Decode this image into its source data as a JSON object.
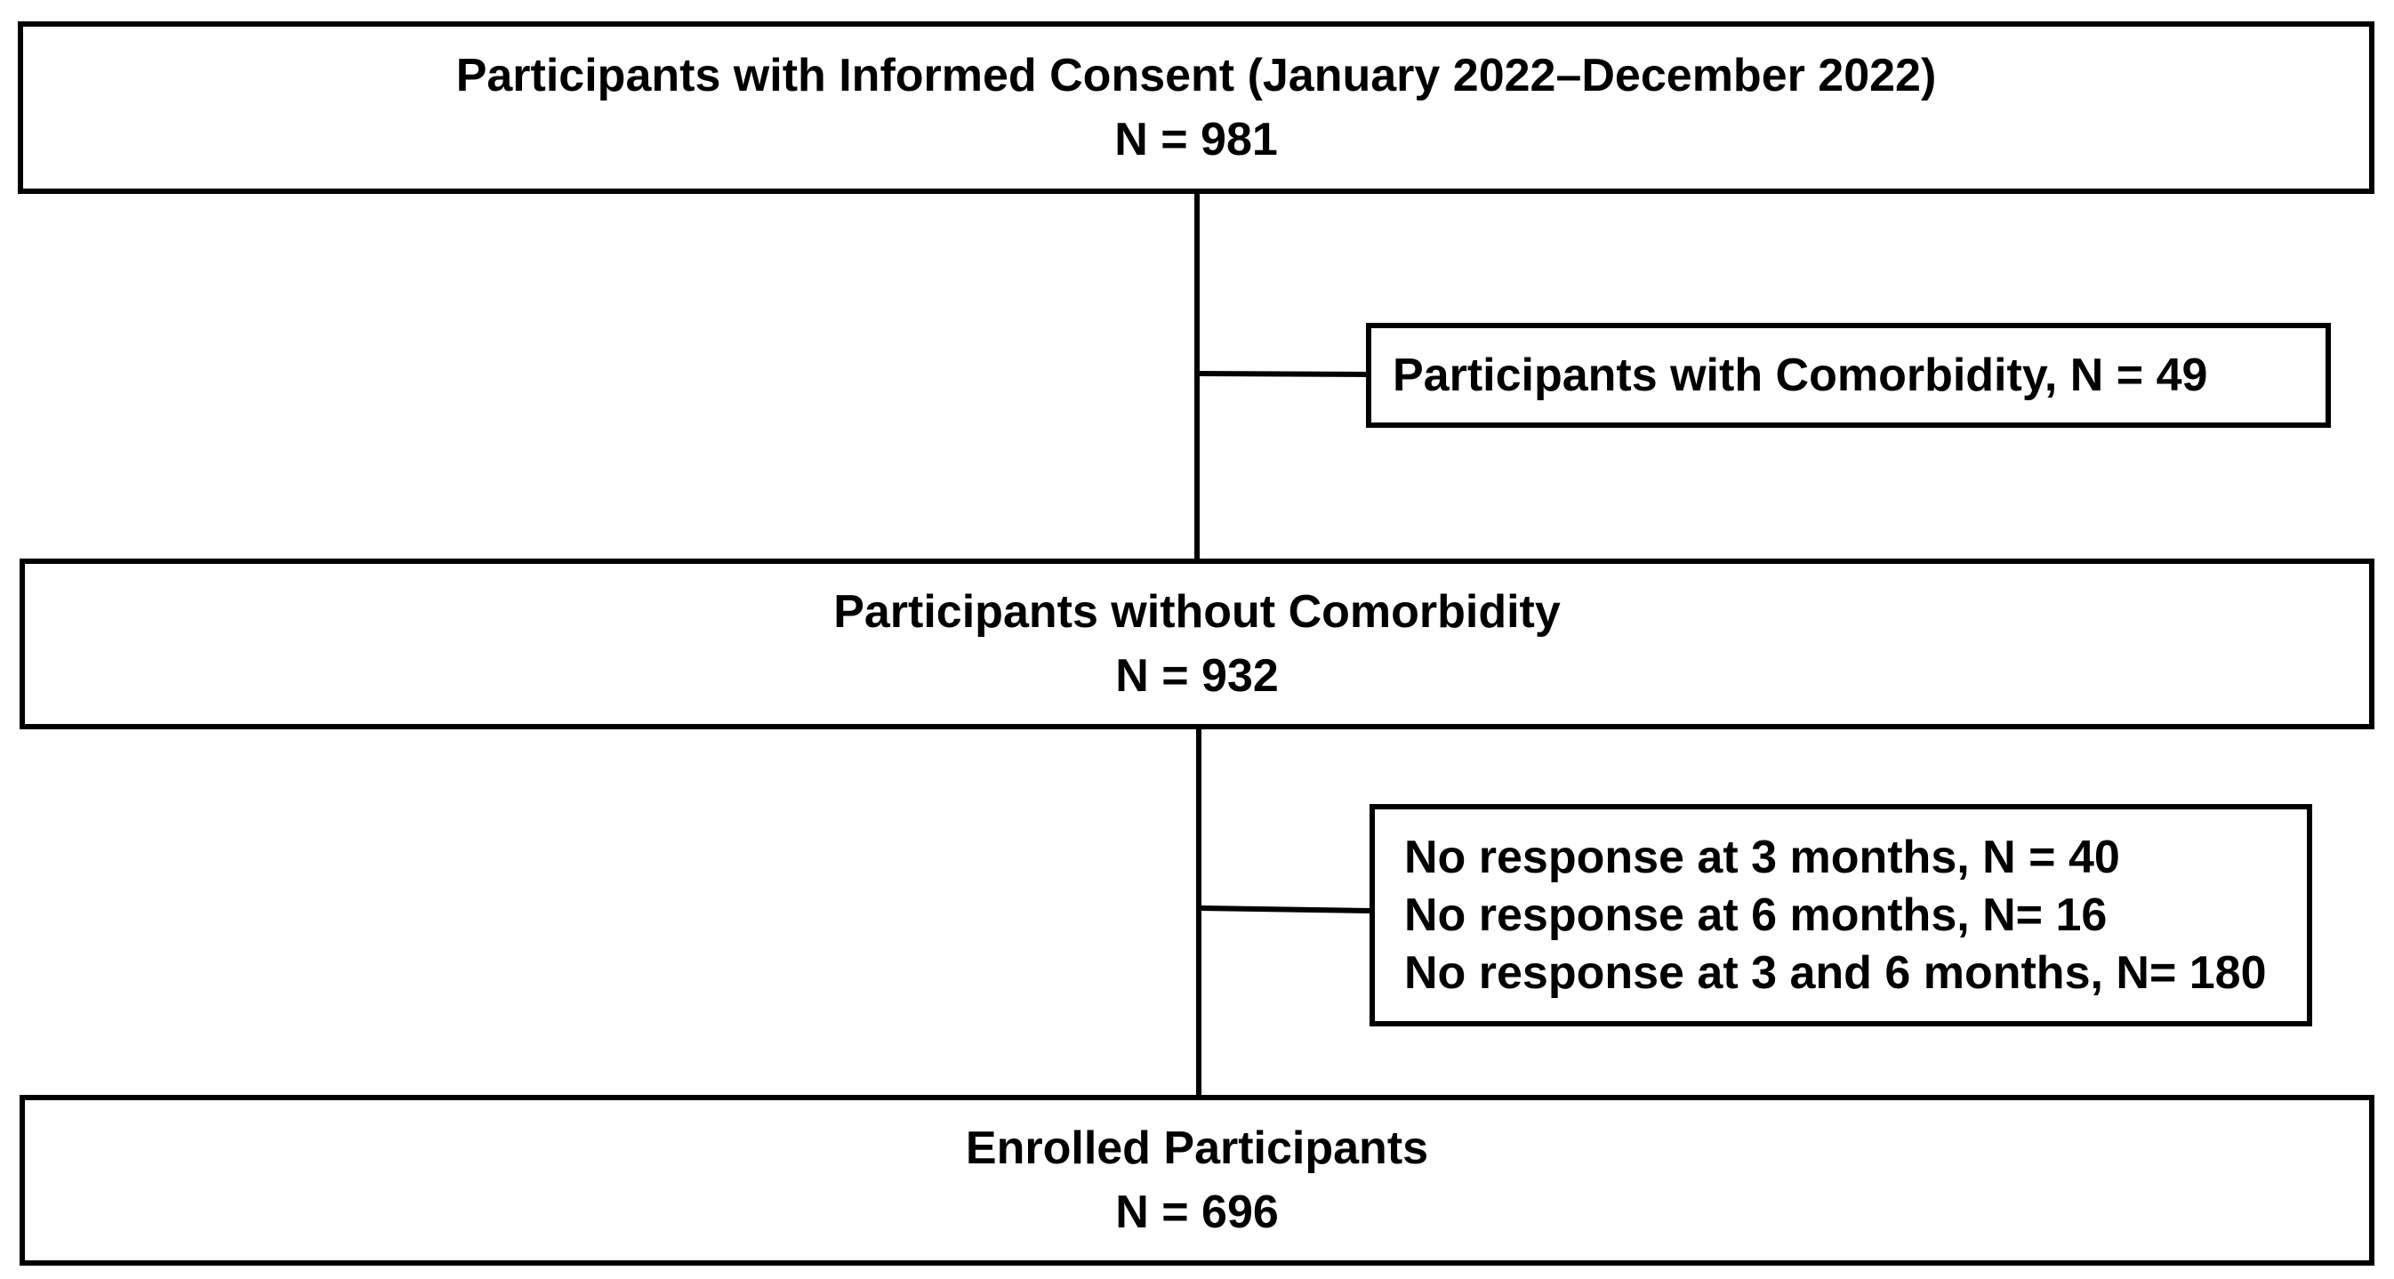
{
  "flowchart": {
    "consent_box": {
      "title": "Participants with Informed Consent (January 2022–December 2022)",
      "count": "N = 981"
    },
    "comorbidity_box": {
      "text": "Participants with Comorbidity, N = 49"
    },
    "without_comorbidity_box": {
      "title": "Participants without Comorbidity",
      "count": "N = 932"
    },
    "no_response_box": {
      "lines": [
        "No response at 3 months, N = 40",
        "No response at 6 months, N= 16",
        "No response at 3 and 6 months, N= 180"
      ]
    },
    "enrolled_box": {
      "title": "Enrolled Participants",
      "count": "N = 696"
    }
  },
  "style": {
    "stroke_color": "#000000",
    "background_color": "#ffffff"
  }
}
